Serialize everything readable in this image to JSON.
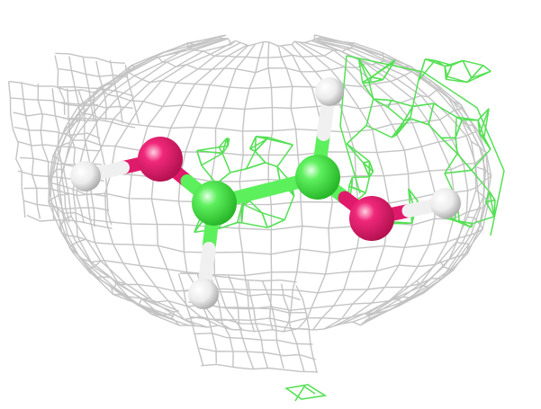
{
  "colors": {
    "background": "#ffffff",
    "mesh_outer": "#c4c4c4",
    "mesh_inner": "#55e055",
    "carbon": "#4ee74e",
    "oxygen": "#e8186a",
    "hydrogen": "#f2f2f2",
    "bond_carbon": "#5cf05c",
    "bond_oxygen": "#e01a6a"
  },
  "molecule": {
    "atoms": [
      {
        "name": "oxygen-atom-left",
        "element": "O"
      },
      {
        "name": "hydrogen-atom-left-oh",
        "element": "H"
      },
      {
        "name": "carbon-atom-left",
        "element": "C"
      },
      {
        "name": "carbon-atom-right",
        "element": "C"
      },
      {
        "name": "hydrogen-atom-top",
        "element": "H"
      },
      {
        "name": "oxygen-atom-right",
        "element": "O"
      },
      {
        "name": "hydrogen-atom-right-oh",
        "element": "H"
      },
      {
        "name": "hydrogen-atom-bottom",
        "element": "H"
      }
    ]
  }
}
